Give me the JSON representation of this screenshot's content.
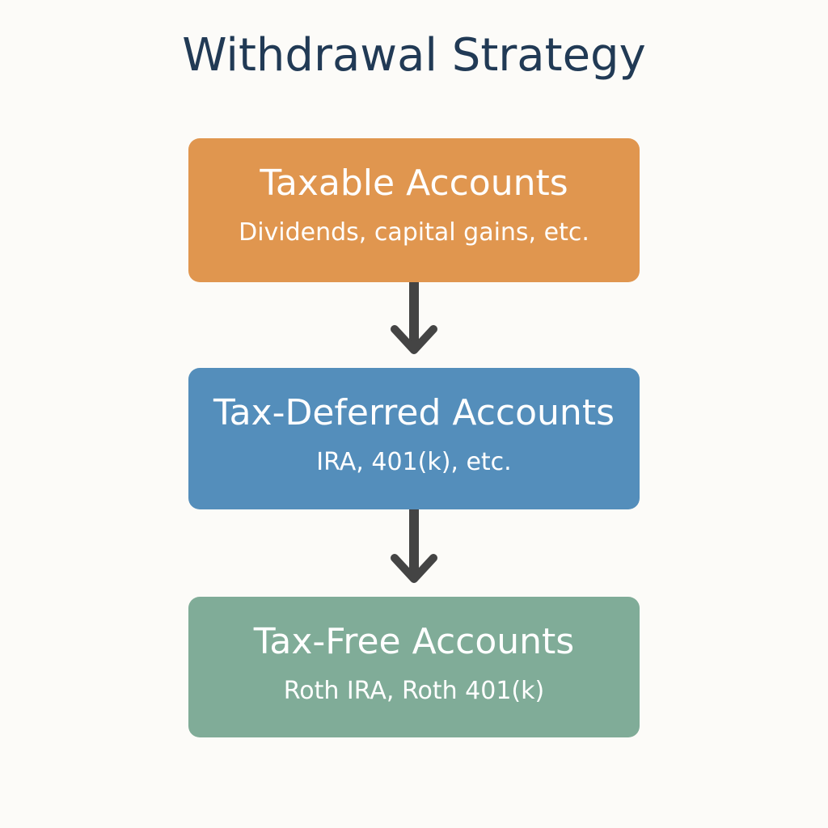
{
  "title": "Withdrawal Strategy",
  "steps": [
    {
      "title": "Taxable Accounts",
      "subtitle": "Dividends, capital gains, etc.",
      "color": "#e0964f"
    },
    {
      "title": "Tax-Deferred Accounts",
      "subtitle": "IRA, 401(k), etc.",
      "color": "#548ebb"
    },
    {
      "title": "Tax-Free Accounts",
      "subtitle": "Roth IRA, Roth 401(k)",
      "color": "#80ac98"
    }
  ]
}
